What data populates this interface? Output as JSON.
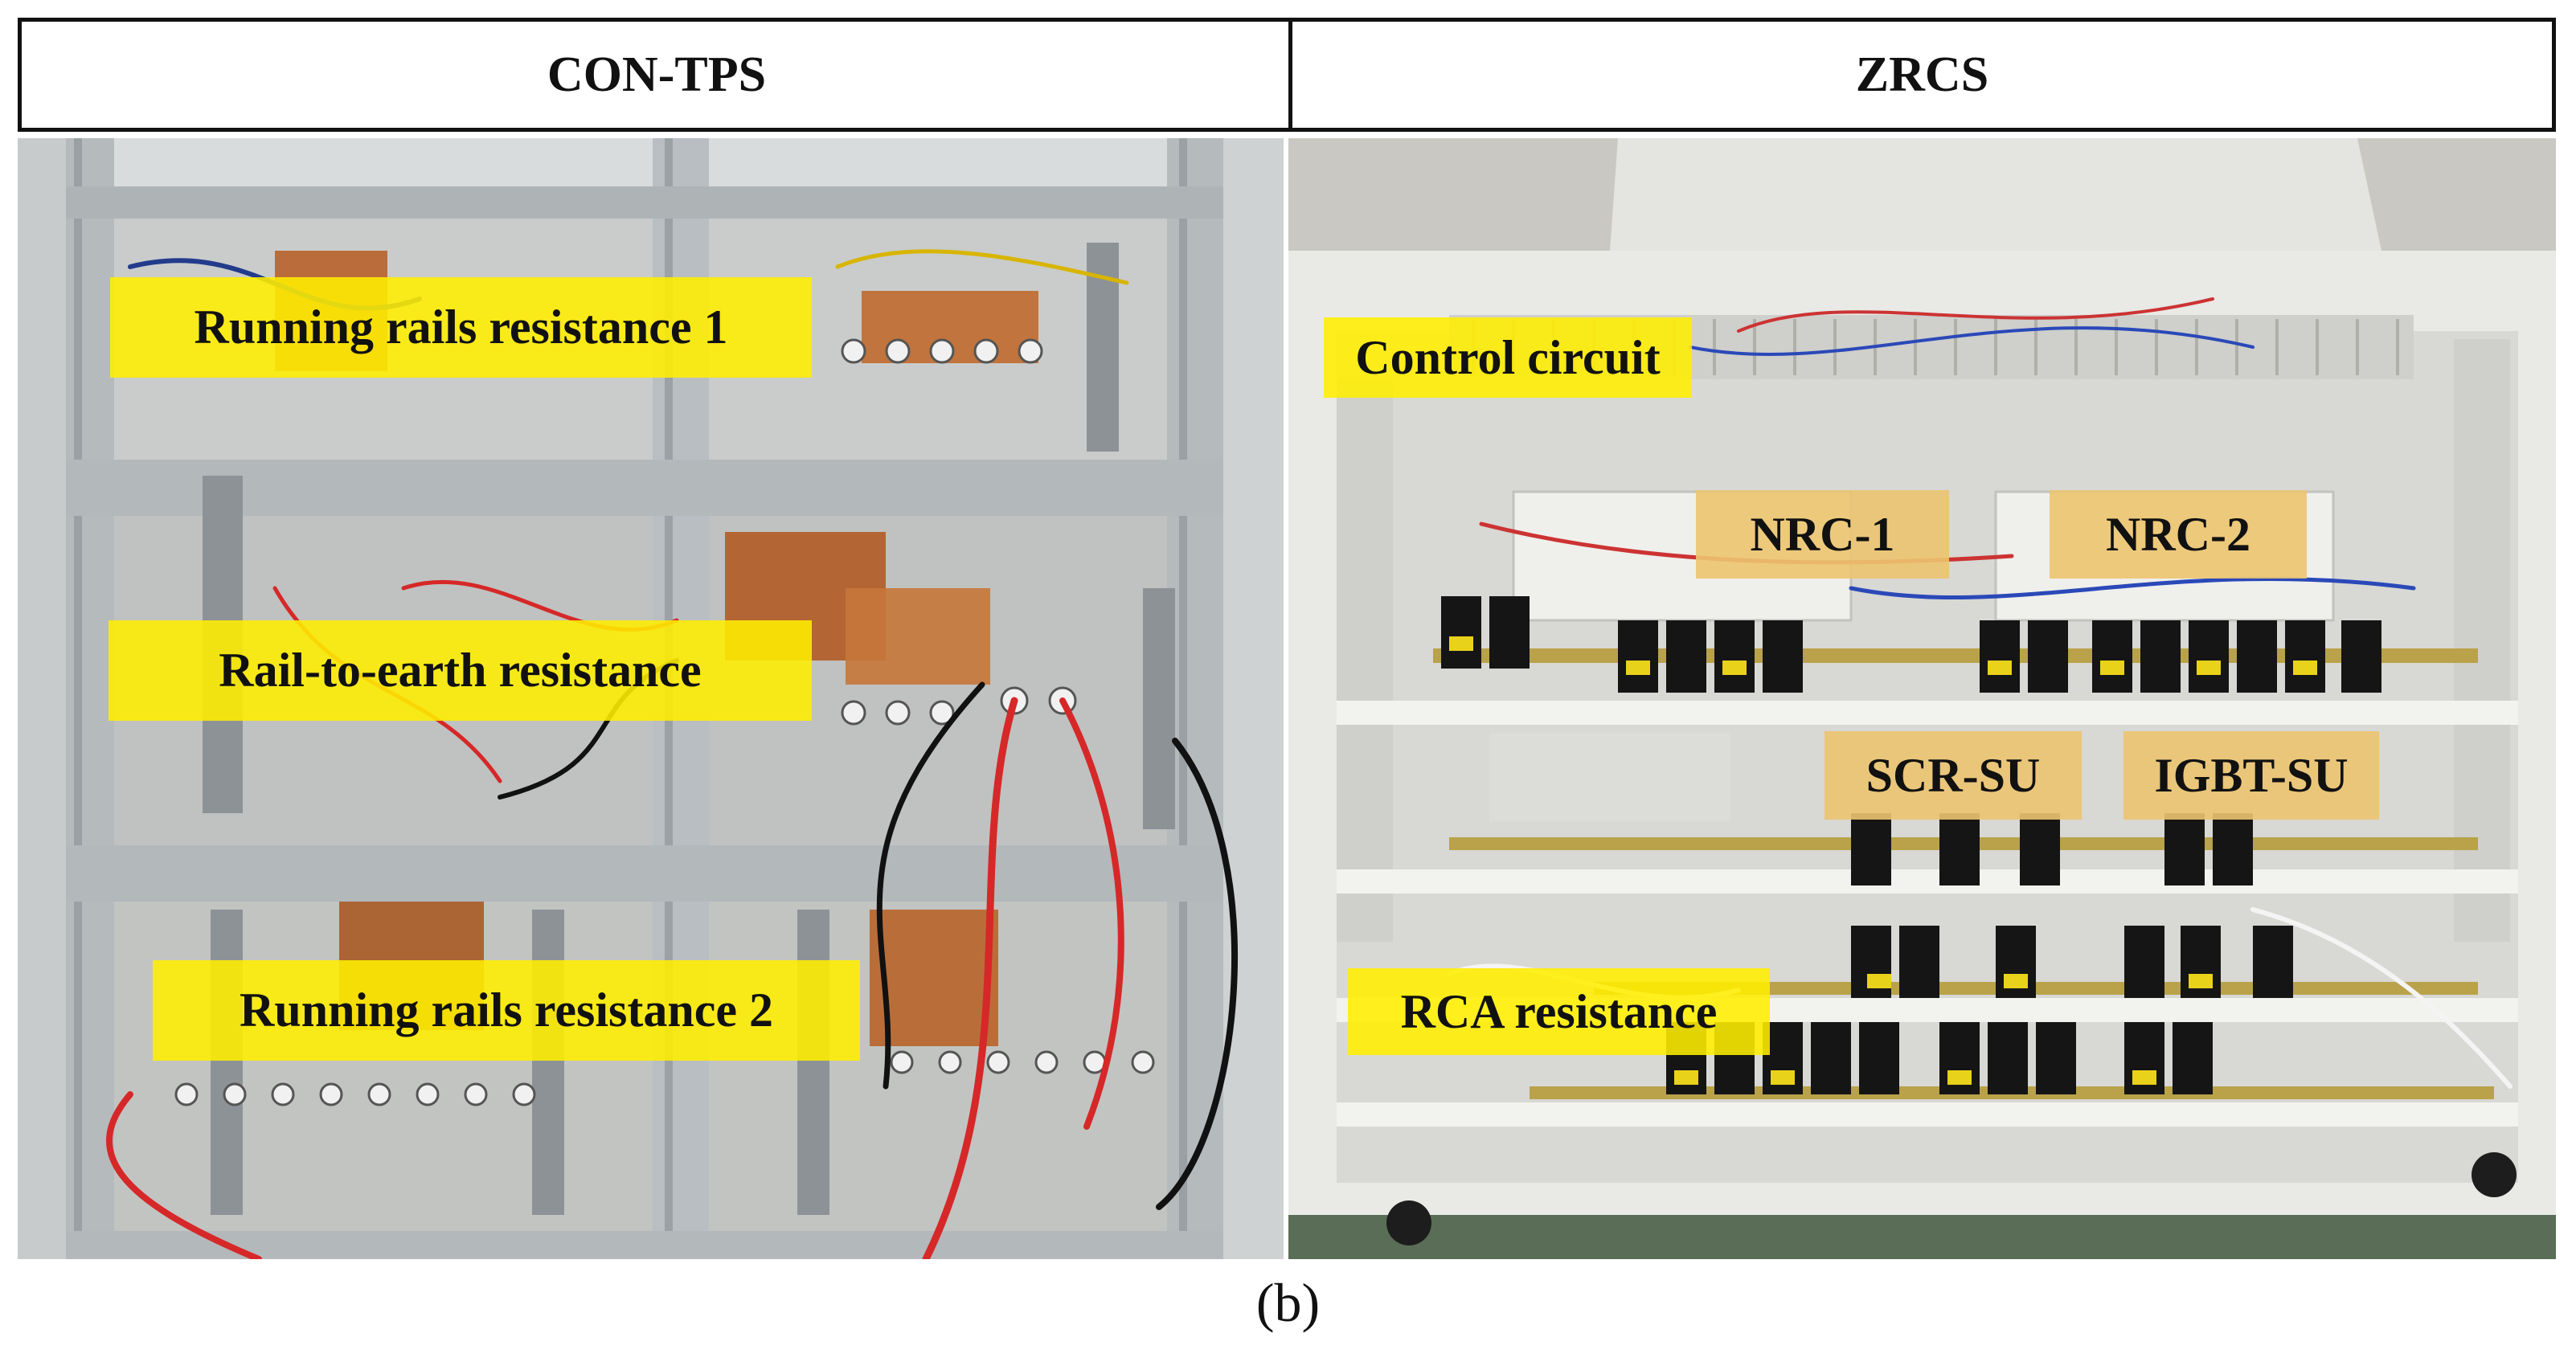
{
  "panels": {
    "left_title": "CON-TPS",
    "right_title": "ZRCS"
  },
  "labels": {
    "running_rails_1": "Running rails resistance 1",
    "rail_to_earth": "Rail-to-earth resistance",
    "running_rails_2": "Running rails resistance 2",
    "control_circuit": "Control circuit",
    "nrc_1": "NRC-1",
    "nrc_2": "NRC-2",
    "scr_su": "SCR-SU",
    "igbt_su": "IGBT-SU",
    "rca_resistance": "RCA resistance"
  },
  "caption": "(b)",
  "colors": {
    "label_yellow": "#ffee00",
    "label_tan": "#ecc470",
    "frame_aluminum": "#b9bec2",
    "cabinet_white": "#e9e9e6",
    "module_black": "#151515"
  }
}
